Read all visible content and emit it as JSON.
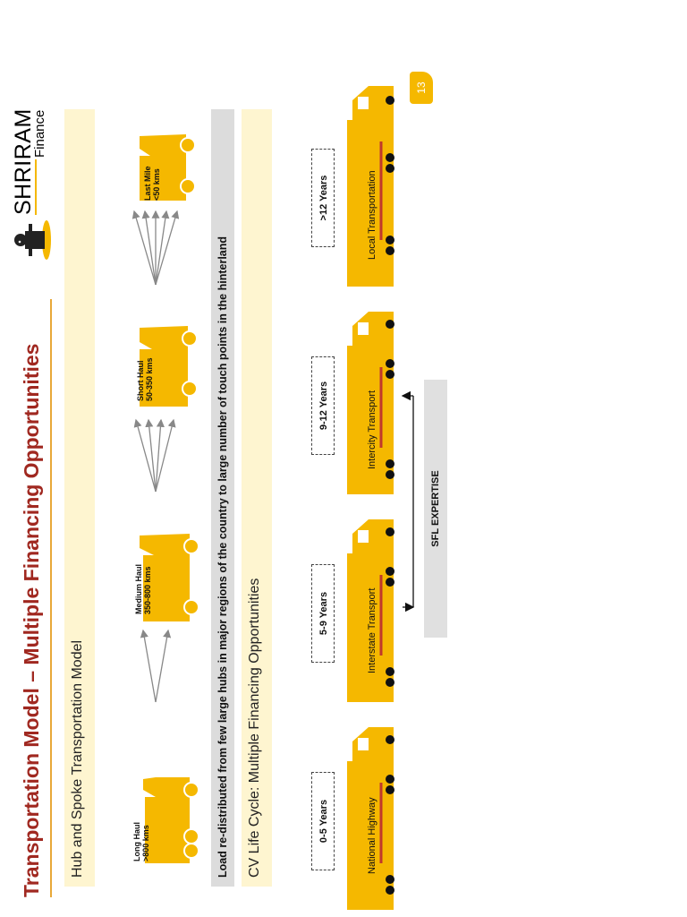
{
  "title": "Transportation Model – Multiple Financing Opportunities",
  "logo": {
    "brand": "SHRIRAM",
    "sub": "Finance",
    "icon": "shriram-man-icon"
  },
  "page_number": "13",
  "hub_section": {
    "heading": "Hub and Spoke Transportation Model",
    "trucks": [
      {
        "line1": "Long Haul",
        "line2": ">800 kms"
      },
      {
        "line1": "Medium Haul",
        "line2": "350-800 kms"
      },
      {
        "line1": "Short Haul",
        "line2": "50-350 kms"
      },
      {
        "line1": "Last Mile",
        "line2": "<50 kms"
      }
    ],
    "caption": "Load re-distributed from few large hubs in major regions of the country to large number of touch points in the hinterland"
  },
  "cv_section": {
    "heading": "CV Life Cycle: Multiple Financing Opportunities",
    "stages": [
      {
        "years": "0-5 Years",
        "label": "National Highway"
      },
      {
        "years": "5-9 Years",
        "label": "Interstate Transport"
      },
      {
        "years": "9-12 Years",
        "label": "Intercity Transport"
      },
      {
        "years": ">12 Years",
        "label": "Local Transportation"
      }
    ],
    "expertise": "SFL EXPERTISE"
  },
  "colors": {
    "title": "#A02820",
    "truck": "#F5B800",
    "band": "#FEF5D0",
    "grey": "#DCDCDC"
  }
}
